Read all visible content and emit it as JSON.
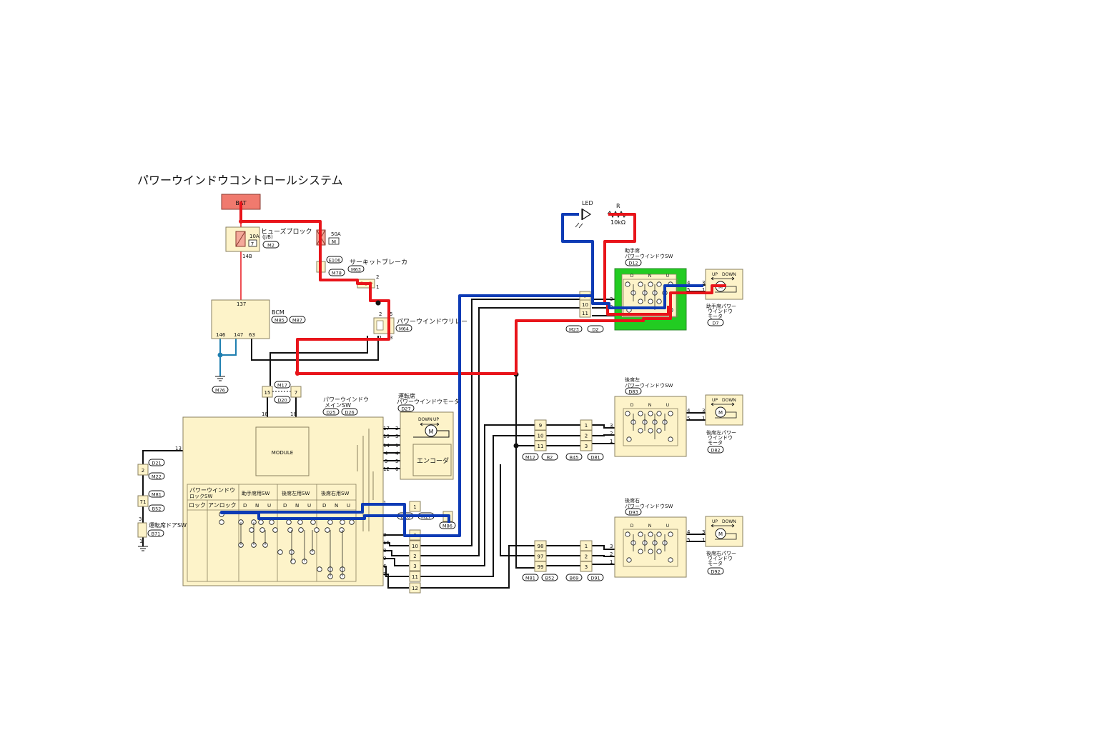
{
  "title": "パワーウインドウコントロールシステム",
  "colors": {
    "battery": "#f07a6e",
    "component_fill": "#fdf3c9",
    "highlight_switch": "#22cc22",
    "wire_red": "#e8141a",
    "wire_blue": "#0d3bb5",
    "wire_black": "#111111",
    "ground_wire": "#1f7fb0"
  },
  "labels": {
    "bat": "BAT",
    "fuse_block": "ヒューズブロック",
    "jb": "(J/B)",
    "fuse_10a": "10A",
    "fuse_7": "7",
    "fuse_14b": "14B",
    "fuse_50a": "50A",
    "fuse_m": "M",
    "circuit_breaker": "サーキットブレーカ",
    "cb_pin1": "1",
    "cb_pin2": "2",
    "relay": "パワーウインドウリレー",
    "relay_p2": "2",
    "relay_p5": "5",
    "relay_p1": "1",
    "relay_p3": "3",
    "bcm": "BCM",
    "bcm_137": "137",
    "bcm_146": "146",
    "bcm_147": "147",
    "bcm_63": "63",
    "c15": "15",
    "c7": "7",
    "main_sw": "パワーウインドウメインSW",
    "main_sw_l1": "パワーウインドウ",
    "main_sw_l2": "メインSW",
    "driver_motor_l1": "運転席",
    "driver_motor_l2": "パワーウインドウモータ",
    "module": "MODULE",
    "encoder": "エンコーダ",
    "down": "DOWN",
    "up": "UP",
    "motor": "M",
    "n18a": "18",
    "n18b": "18",
    "n13": "13",
    "n2": "2",
    "n71": "71",
    "n3": "3",
    "n1": "1",
    "door_sw": "運転席ドアSW",
    "lock_sw_l1": "パワーウインドウ",
    "lock_sw_l2": "ロックSW",
    "lock": "ロック",
    "unlock": "アンロック",
    "ps_sw": "助手席用SW",
    "rl_sw": "後席左用SW",
    "rr_sw": "後席右用SW",
    "d": "D",
    "n": "N",
    "u": "U",
    "led": "LED",
    "r_label": "R",
    "res_value": "10kΩ",
    "ps_window_sw_l1": "助手席",
    "ps_window_sw_l2": "パワーウインドウSW",
    "ps_motor_l1": "助手席パワー",
    "ps_motor_l2": "ウインドウ",
    "ps_motor_l3": "モータ",
    "rl_window_sw_l1": "後席左",
    "rl_window_sw_l2": "パワーウインドウSW",
    "rl_motor_l1": "後席左パワー",
    "rl_motor_l2": "ウインドウ",
    "rl_motor_l3": "モータ",
    "rr_window_sw_l1": "後席右",
    "rr_window_sw_l2": "パワーウインドウSW",
    "rr_motor_l1": "後席右パワー",
    "rr_motor_l2": "ウインドウ",
    "rr_motor_l3": "モータ"
  },
  "connectors": {
    "m2": "M2",
    "e106": "E106",
    "m78": "M78",
    "m63": "M63",
    "m64": "M64",
    "m85": "M85",
    "m87": "M87",
    "m76": "M76",
    "m17a": "M17",
    "d20a": "D20",
    "d25": "D25",
    "d26": "D26",
    "d27": "D27",
    "d21": "D21",
    "m22": "M22",
    "m81a": "M81",
    "b52a": "B52",
    "b71": "B71",
    "d28": "D28",
    "m17b": "M17",
    "m86": "M86",
    "m23": "M23",
    "d2": "D2",
    "d12": "D12",
    "d7": "D7",
    "d83": "D83",
    "d82": "D82",
    "m12": "M12",
    "b2": "B2",
    "b45": "B45",
    "d81": "D81",
    "d93": "D93",
    "d92": "D92",
    "m81b": "M81",
    "b52b": "B52",
    "b69": "B69",
    "d91": "D91"
  },
  "main_sw_pins": [
    {
      "out": "17",
      "in": "2"
    },
    {
      "out": "19",
      "in": "3"
    },
    {
      "out": "14",
      "in": "1"
    },
    {
      "out": "4",
      "in": "4"
    },
    {
      "out": "5",
      "in": "5"
    },
    {
      "out": "12",
      "in": "6"
    }
  ],
  "lower_pins": [
    {
      "out": "2",
      "conn": "9"
    },
    {
      "out": "16",
      "conn": "10"
    },
    {
      "out": "8",
      "conn": "2"
    },
    {
      "out": "9",
      "conn": "3"
    },
    {
      "out": "6",
      "conn": "11"
    },
    {
      "out": "7",
      "conn": "12"
    }
  ],
  "d28_pins": [
    "1",
    "8"
  ],
  "ps_conn_pins": [
    "7",
    "10",
    "11"
  ],
  "ps_sw_pins": [
    "3",
    "2",
    "1"
  ],
  "ps_motor_pins": [
    "4",
    "5",
    "3",
    "1"
  ],
  "rl_conn1": [
    "9",
    "10",
    "11"
  ],
  "rl_conn2": [
    "1",
    "2",
    "3"
  ],
  "rl_sw_pins": [
    "3",
    "2",
    "1"
  ],
  "rl_motor_pins": [
    "4",
    "5",
    "3",
    "1"
  ],
  "rr_conn1": [
    "98",
    "97",
    "99"
  ],
  "rr_conn2": [
    "1",
    "2",
    "3"
  ],
  "rr_sw_pins": [
    "3",
    "2",
    "1"
  ],
  "rr_motor_pins": [
    "4",
    "5",
    "3",
    "1"
  ]
}
